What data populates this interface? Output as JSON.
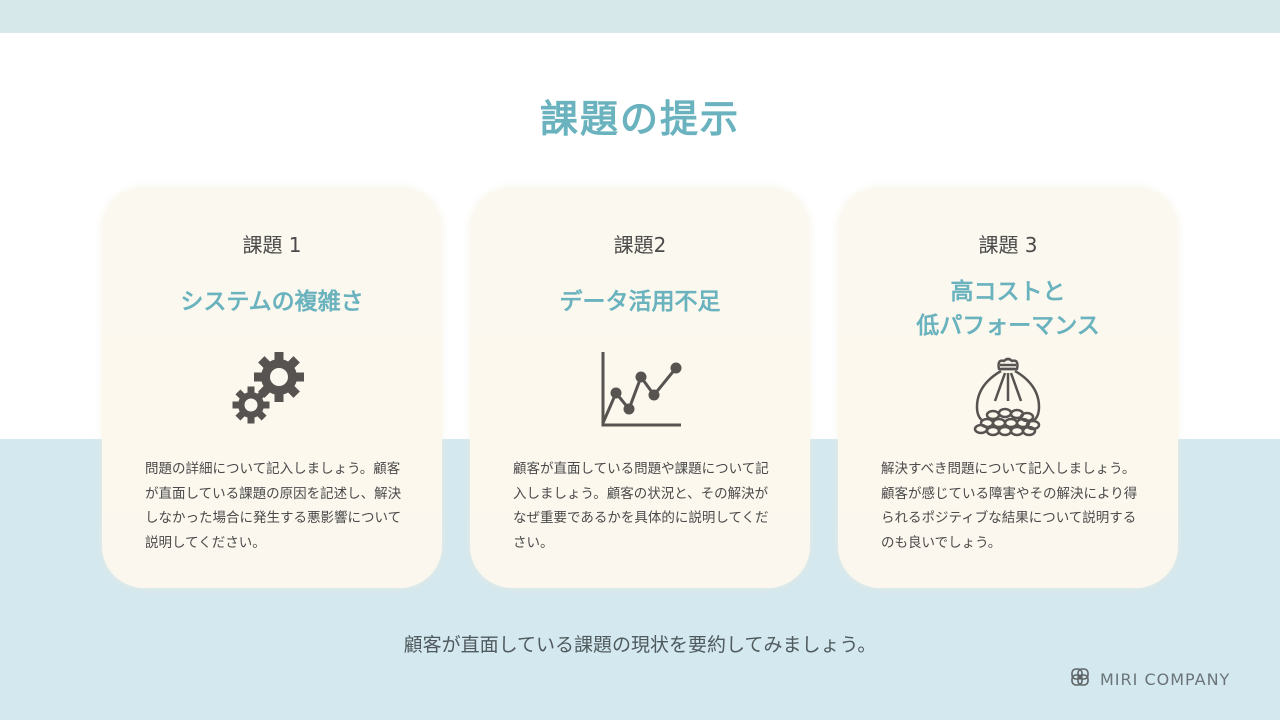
{
  "slide": {
    "title": "課題の提示",
    "summary": "顧客が直面している課題の現状を要約してみましょう。",
    "brand": {
      "name": "MIRI COMPANY",
      "icon": "knot-logo-icon"
    },
    "colors": {
      "accent": "#6ab3be",
      "top_band": "#d6e8ea",
      "bottom_band": "#d4e8ef",
      "card_bg": "#fbf9ef",
      "text": "#4a4a4a",
      "icon": "#575350"
    }
  },
  "cards": [
    {
      "label": "課題 1",
      "heading": "システムの複雑さ",
      "icon": "gears-icon",
      "body": "問題の詳細について記入しましょう。顧客が直面している課題の原因を記述し、解決しなかった場合に発生する悪影響について説明してください。"
    },
    {
      "label": "課題2",
      "heading": "データ活用不足",
      "icon": "line-chart-icon",
      "body": "顧客が直面している問題や課題について記入しましょう。顧客の状況と、その解決がなぜ重要であるかを具体的に説明してください。"
    },
    {
      "label": "課題 3",
      "heading": "高コストと\n低パフォーマンス",
      "icon": "money-bag-icon",
      "body": "解決すべき問題について記入しましょう。顧客が感じている障害やその解決により得られるポジティブな結果について説明するのも良いでしょう。"
    }
  ]
}
